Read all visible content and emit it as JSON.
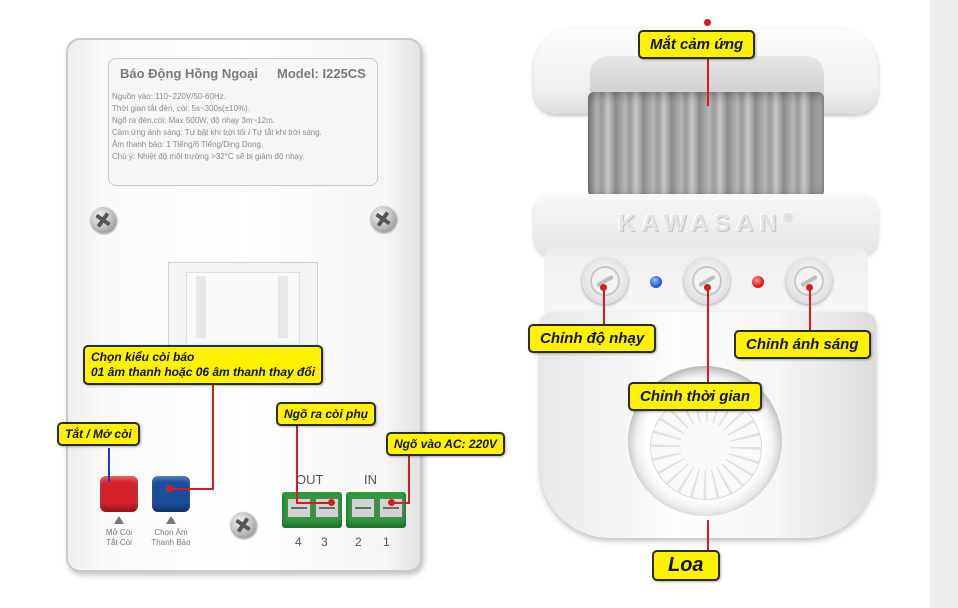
{
  "left_device": {
    "label_title": "Báo Động Hồng Ngoại",
    "label_model": "Model: I225CS",
    "spec_lines": [
      "Nguồn vào: 110~220V/50-60Hz.",
      "Thời gian tắt đèn, còi: 5s~300s(±10%).",
      "Ngõ ra đèn,còi: Max 500W, độ nhạy 3m~12m.",
      "Cảm ứng ánh sáng: Tự bật khi trời tối / Tự tắt khi trời sáng.",
      "Âm thanh báo: 1 Tiếng/6 Tiếng/Ding Dong.",
      "Chú ý: Nhiệt độ môi trường >32°C sẽ bị giảm độ nhạy."
    ],
    "red_button_label_1": "Mở Còi",
    "red_button_label_2": "Tắt Còi",
    "blue_button_label_1": "Chọn Âm",
    "blue_button_label_2": "Thanh Báo",
    "out_label": "OUT",
    "in_label": "IN",
    "terminal_numbers": [
      "4",
      "3",
      "2",
      "1"
    ],
    "callouts": {
      "siren_type_line1": "Chọn kiểu còi báo",
      "siren_type_line2": "01 âm thanh hoặc 06 âm thanh thay đổi",
      "toggle_siren": "Tắt / Mở còi",
      "aux_siren_output": "Ngõ ra còi phụ",
      "ac_input": "Ngõ vào AC: 220V"
    }
  },
  "right_device": {
    "brand": "KAWASAN",
    "brand_mark": "®",
    "led_colors": {
      "left": "#1e5bd6",
      "right": "#e0161c"
    },
    "callouts": {
      "sensor_eye": "Mắt cảm ứng",
      "sensitivity": "Chỉnh độ nhạy",
      "light_sensor": "Chỉnh ánh sáng",
      "timer": "Chỉnh thời gian",
      "speaker": "Loa"
    }
  },
  "colors": {
    "callout_bg": "#fff200",
    "pointer_line": "#d81c1c"
  }
}
